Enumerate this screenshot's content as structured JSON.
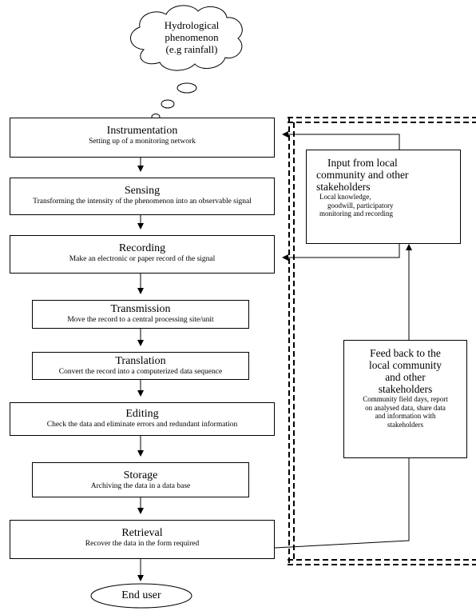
{
  "phenomenon": {
    "lines": [
      "Hydrological",
      "phenomenon",
      "(e.g rainfall)"
    ]
  },
  "steps": [
    {
      "title": "Instrumentation",
      "desc": "Setting up of a monitoring network"
    },
    {
      "title": "Sensing",
      "desc": "Transforming the intensity of the phenomenon into an observable signal"
    },
    {
      "title": "Recording",
      "desc": "Make an electronic or paper record of the signal"
    },
    {
      "title": "Transmission",
      "desc": "Move the record to a central processing site/unit"
    },
    {
      "title": "Translation",
      "desc": "Convert the record into a computerized data sequence"
    },
    {
      "title": "Editing",
      "desc": "Check the data and eliminate errors and redundant information"
    },
    {
      "title": "Storage",
      "desc": "Archiving the data in a data base"
    },
    {
      "title": "Retrieval",
      "desc": "Recover the data in the form required"
    }
  ],
  "input_box": {
    "title_lines": [
      "Input from local",
      "community and other",
      "stakeholders"
    ],
    "desc_lines": [
      "Local knowledge,",
      "goodwill, participatory",
      "monitoring and recording"
    ]
  },
  "feedback_box": {
    "title_lines": [
      "Feed back to the",
      "local community",
      "and other",
      "stakeholders"
    ],
    "desc_lines": [
      "Community field days, report",
      "on analysed data, share data",
      "and information with",
      "stakeholders"
    ]
  },
  "end_user": "End user"
}
